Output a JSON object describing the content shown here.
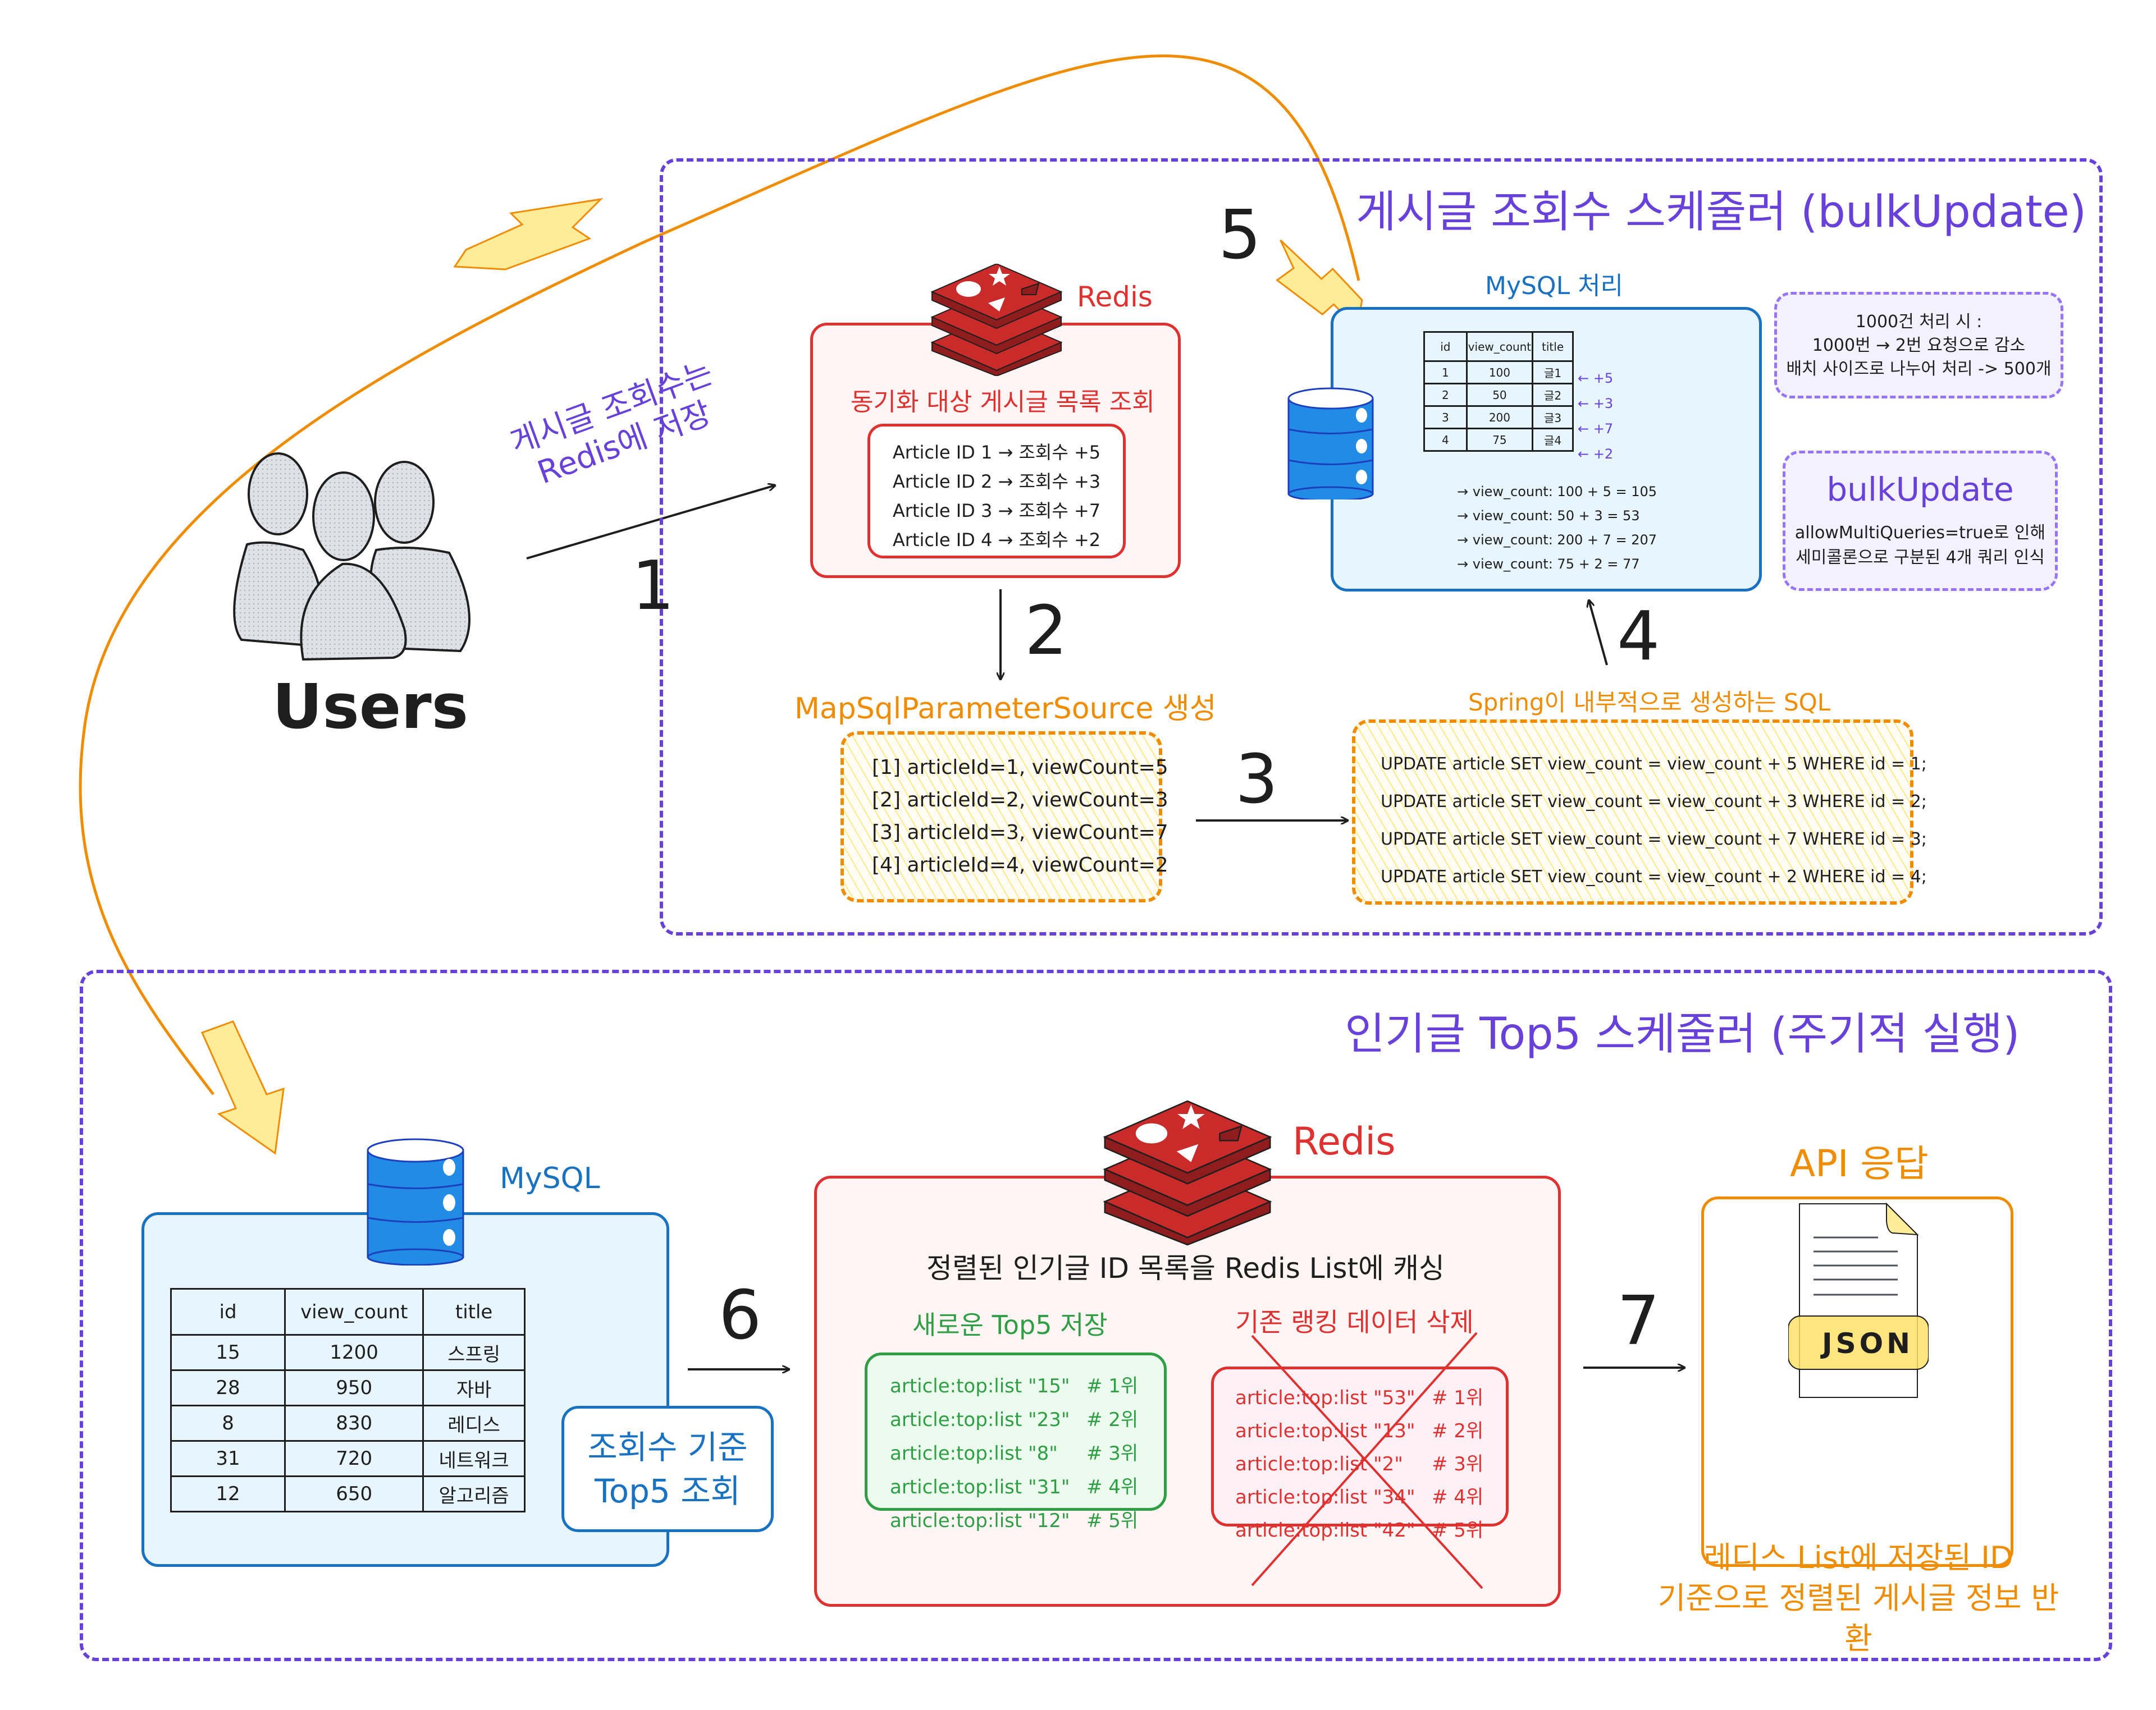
{
  "users": {
    "label": "Users"
  },
  "edge_label_1": {
    "line1": "게시글 조회수는",
    "line2": "Redis에 저장"
  },
  "steps": [
    "1",
    "2",
    "3",
    "4",
    "5",
    "6",
    "7"
  ],
  "top_section": {
    "title": "게시글 조회수 스케줄러 (bulkUpdate)",
    "redis": {
      "label": "Redis",
      "heading": "동기화 대상 게시글 목록 조회",
      "items": [
        "Article ID 1 → 조회수 +5",
        "Article ID 2 → 조회수 +3",
        "Article ID 3 → 조회수 +7",
        "Article ID 4 → 조회수 +2"
      ]
    },
    "param_source": {
      "title": "MapSqlParameterSource 생성",
      "items": [
        "[1] articleId=1, viewCount=5",
        "[2] articleId=2, viewCount=3",
        "[3] articleId=3, viewCount=7",
        "[4] articleId=4, viewCount=2"
      ]
    },
    "spring_sql": {
      "title": "Spring이 내부적으로 생성하는 SQL",
      "items": [
        "UPDATE article SET view_count = view_count + 5 WHERE id = 1;",
        "UPDATE article SET view_count = view_count + 3 WHERE id = 2;",
        "UPDATE article SET view_count = view_count + 7 WHERE id = 3;",
        "UPDATE article SET view_count = view_count + 2 WHERE id = 4;"
      ]
    },
    "mysql": {
      "label": "MySQL 처리",
      "columns": [
        "id",
        "view_count",
        "title"
      ],
      "rows": [
        {
          "id": "1",
          "view_count": "100",
          "title": "글1",
          "delta": "← +5"
        },
        {
          "id": "2",
          "view_count": "50",
          "title": "글2",
          "delta": "← +3"
        },
        {
          "id": "3",
          "view_count": "200",
          "title": "글3",
          "delta": "← +7"
        },
        {
          "id": "4",
          "view_count": "75",
          "title": "글4",
          "delta": "← +2"
        }
      ],
      "results": [
        "→ view_count: 100 + 5 = 105",
        "→ view_count: 50 + 3 = 53",
        "→ view_count: 200 + 7 = 207",
        "→ view_count: 75 + 2 = 77"
      ]
    },
    "note_batch": {
      "line1": "1000건 처리 시 :",
      "line2": "1000번 → 2번 요청으로 감소",
      "line3": "배치 사이즈로 나누어 처리 -> 500개"
    },
    "note_bulk": {
      "title": "bulkUpdate",
      "line1": "allowMultiQueries=true로 인해",
      "line2": "세미콜론으로 구분된 4개 쿼리 인식"
    }
  },
  "bottom_section": {
    "title": "인기글 Top5 스케줄러 (주기적 실행)",
    "mysql": {
      "label": "MySQL",
      "columns": [
        "id",
        "view_count",
        "title"
      ],
      "rows": [
        {
          "id": "15",
          "view_count": "1200",
          "title": "스프링"
        },
        {
          "id": "28",
          "view_count": "950",
          "title": "자바"
        },
        {
          "id": "8",
          "view_count": "830",
          "title": "레디스"
        },
        {
          "id": "31",
          "view_count": "720",
          "title": "네트워크"
        },
        {
          "id": "12",
          "view_count": "650",
          "title": "알고리즘"
        }
      ],
      "query_label": {
        "line1": "조회수 기준",
        "line2": "Top5 조회"
      }
    },
    "redis": {
      "label": "Redis",
      "heading": "정렬된 인기글 ID 목록을 Redis List에 캐싱",
      "new_title": "새로운 Top5 저장",
      "new_items": [
        {
          "key": "article:top:list \"15\"",
          "rank": "# 1위"
        },
        {
          "key": "article:top:list \"23\"",
          "rank": "# 2위"
        },
        {
          "key": "article:top:list \"8\"",
          "rank": "# 3위"
        },
        {
          "key": "article:top:list \"31\"",
          "rank": "# 4위"
        },
        {
          "key": "article:top:list \"12\"",
          "rank": "# 5위"
        }
      ],
      "old_title": "기존 랭킹 데이터 삭제",
      "old_items": [
        {
          "key": "article:top:list \"53\"",
          "rank": "# 1위"
        },
        {
          "key": "article:top:list \"13\"",
          "rank": "# 2위"
        },
        {
          "key": "article:top:list \"2\"",
          "rank": "# 3위"
        },
        {
          "key": "article:top:list \"34\"",
          "rank": "# 4위"
        },
        {
          "key": "article:top:list \"42\"",
          "rank": "# 5위"
        }
      ]
    },
    "api": {
      "title": "API 응답",
      "badge": "JSON",
      "caption_line1": "레디스 List에 저장된 ID",
      "caption_line2": "기준으로 정렬된 게시글 정보 반환"
    }
  },
  "colors": {
    "section": "#6741d9",
    "redis": "#e03131",
    "mysql": "#1971c2",
    "orange": "#f08c00",
    "green": "#2f9e44",
    "note_bg": "#f3f0ff"
  }
}
